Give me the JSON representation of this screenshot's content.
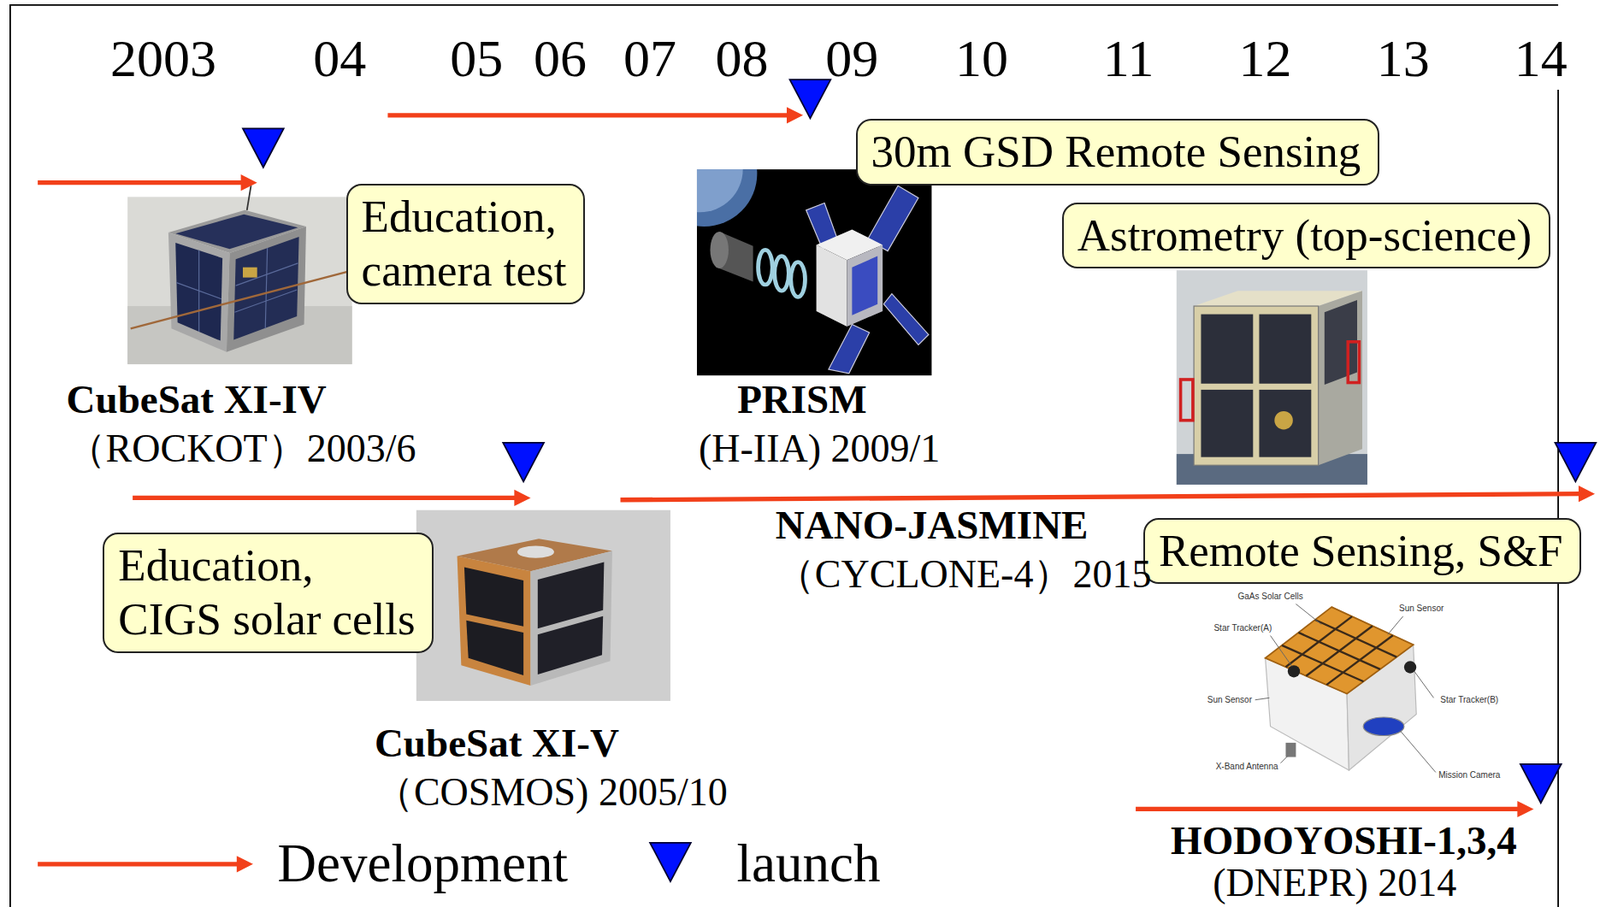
{
  "diagram": {
    "nodes": [
      {
        "text": [
          "Education, camera test"
        ]
      },
      {
        "text": [
          "30m GSD Remote Sensing"
        ]
      },
      {
        "text": [
          "Astrometry (top-science)"
        ]
      },
      {
        "text": [
          "Education, CIGS solar cells"
        ]
      },
      {
        "text": [
          "Remote Sensing, S&F"
        ]
      }
    ],
    "labels": [
      "2003",
      "04",
      "05",
      "06",
      "07",
      "08",
      "09",
      "10",
      "11",
      "12",
      "13",
      "14",
      "CubeSat XI-IV",
      "（ROCKOT）2003/6",
      "PRISM",
      "(H-IIA) 2009/1",
      "NANO-JASMINE",
      "（CYCLONE-4）2015",
      "CubeSat XI-V",
      "（COSMOS) 2005/10",
      "GaAs Solar Cells",
      "Sun Sensor",
      "Star Tracker(A)",
      "Sun Sensor",
      "Star Tracker(B)",
      "X-Band Antenna",
      "Mission Camera",
      "HODOYOSHI-1,3,4",
      "(DNEPR) 2014"
    ],
    "legend": [
      {
        "text": "Development"
      },
      {
        "text": "launch"
      }
    ]
  }
}
